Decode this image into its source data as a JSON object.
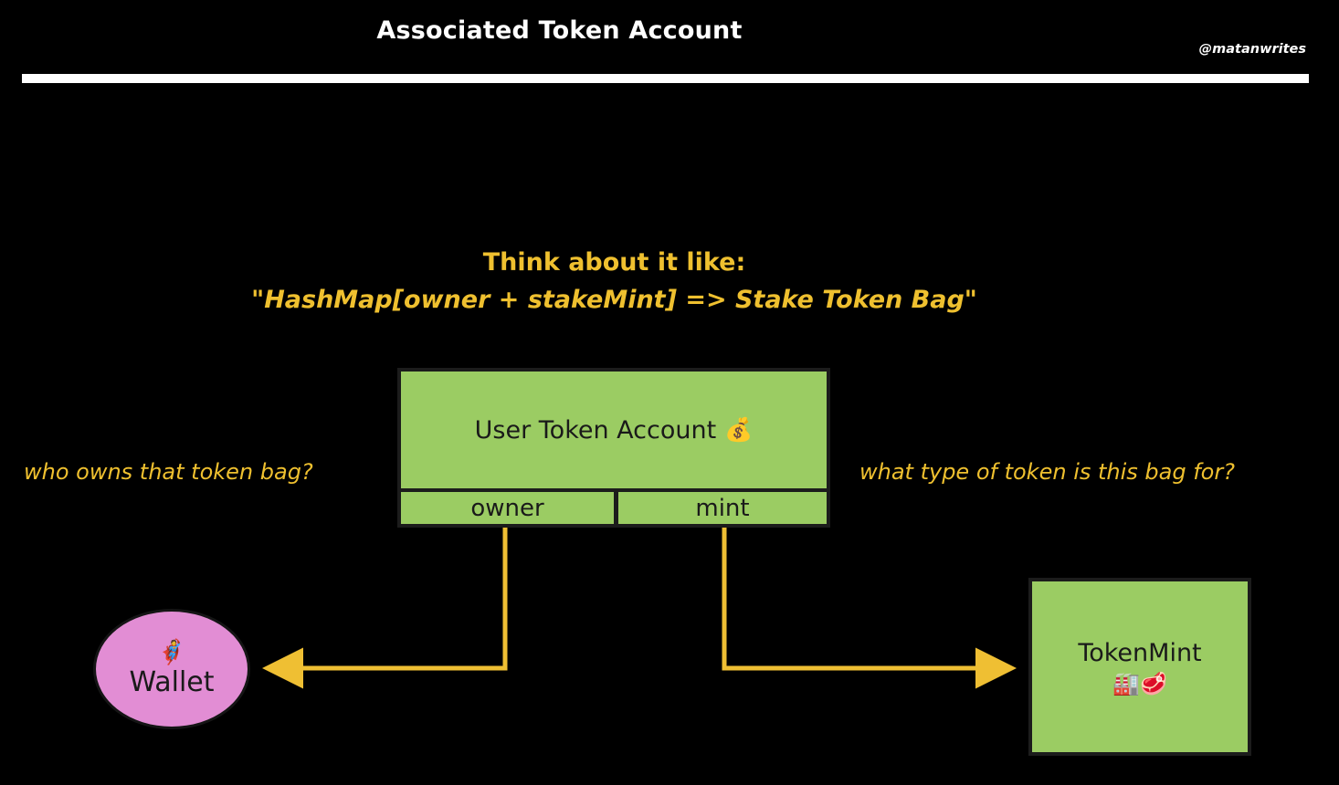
{
  "header": {
    "title": "Associated Token Account",
    "handle": "@matanwrites",
    "rule": "horizontal-rule"
  },
  "callout": {
    "line1": "Think about it like:",
    "line2": "\"HashMap[owner + stakeMint] => Stake Token Bag\""
  },
  "annotations": {
    "left_question": "who owns that token bag?",
    "right_question": "what type of token is this bag for?"
  },
  "nodes": {
    "user_token_account": {
      "title": "User Token Account",
      "title_emoji": "💰",
      "fields": [
        {
          "label": "owner"
        },
        {
          "label": "mint"
        }
      ]
    },
    "wallet": {
      "emoji": "🦸",
      "label": "Wallet"
    },
    "token_mint": {
      "label": "TokenMint",
      "emoji": "🏭🥩"
    }
  },
  "edges": [
    {
      "from": "owner",
      "to": "wallet",
      "direction": "left"
    },
    {
      "from": "mint",
      "to": "token_mint",
      "direction": "right"
    }
  ],
  "colors": {
    "background": "#000000",
    "accent_yellow": "#EFC02F",
    "node_green": "#9BCC63",
    "wallet_pink": "#E28DD4",
    "arrow": "#EFBF33",
    "text_dark": "#1a1a1a",
    "text_light": "#ffffff"
  }
}
